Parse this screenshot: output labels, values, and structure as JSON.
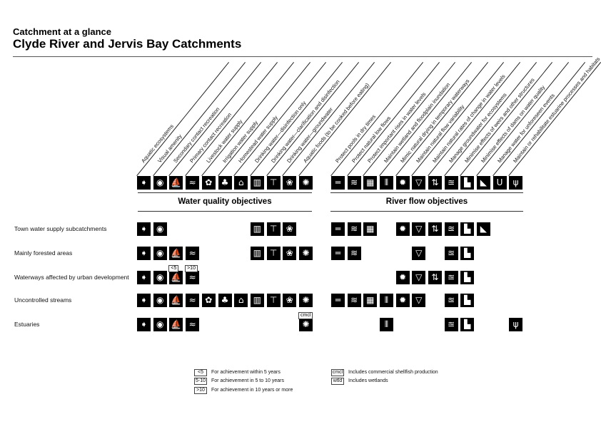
{
  "header": {
    "subtitle": "Catchment at a glance",
    "title": "Clyde River and Jervis Bay Catchments"
  },
  "water_quality": {
    "heading": "Water quality objectives",
    "columns": [
      {
        "label": "Aquatic ecosystems",
        "icon": "fish-icon"
      },
      {
        "label": "Visual amenity",
        "icon": "eye-icon"
      },
      {
        "label": "Secondary contact recreation",
        "icon": "sailboat-icon"
      },
      {
        "label": "Primary contact recreation",
        "icon": "swimmer-icon"
      },
      {
        "label": "Livestock water supply",
        "icon": "livestock-icon"
      },
      {
        "label": "Irrigation water supply",
        "icon": "cherries-icon"
      },
      {
        "label": "Homestead water supply",
        "icon": "house-icon"
      },
      {
        "label": "Drinking water—disinfection only",
        "icon": "bucket-icon"
      },
      {
        "label": "Drinking water—clarification and disinfection",
        "icon": "tap-icon"
      },
      {
        "label": "Drinking water—groundwater",
        "icon": "pump-icon"
      },
      {
        "label": "Aquatic foods (to be cooked before eating)",
        "icon": "shell-icon"
      }
    ]
  },
  "river_flow": {
    "heading": "River flow objectives",
    "columns": [
      {
        "label": "Protect pools in dry times",
        "icon": "pool-icon"
      },
      {
        "label": "Protect natural low flows",
        "icon": "low-flow-icon"
      },
      {
        "label": "Protect important rises in water levels",
        "icon": "rising-water-icon"
      },
      {
        "label": "Maintain wetland and floodplain inundation",
        "icon": "wetland-icon"
      },
      {
        "label": "Mimic natural drying in temporary waterways",
        "icon": "sun-icon"
      },
      {
        "label": "Maintain natural flow variability",
        "icon": "channel-icon"
      },
      {
        "label": "Maintain natural rates of change in water levels",
        "icon": "up-down-arrows-icon"
      },
      {
        "label": "Manage groundwater for ecosystems",
        "icon": "groundwater-icon"
      },
      {
        "label": "Minimise effects of weirs and other structures",
        "icon": "weir-icon"
      },
      {
        "label": "Minimise effects of dams on water quality",
        "icon": "dam-icon"
      },
      {
        "label": "Manage water for unforeseen events",
        "icon": "u-icon"
      },
      {
        "label": "Maintain or rehabilitate estuarine processes and habitats",
        "icon": "estuary-icon"
      }
    ]
  },
  "rows": [
    {
      "label": "Town water supply subcatchments",
      "wq": [
        0,
        1,
        7,
        8,
        9
      ],
      "rf": [
        0,
        1,
        2,
        4,
        5,
        6,
        7,
        8,
        9
      ],
      "tags": []
    },
    {
      "label": "Mainly forested areas",
      "wq": [
        0,
        1,
        2,
        3,
        7,
        8,
        9,
        10
      ],
      "rf": [
        0,
        1,
        5,
        7,
        8
      ],
      "tags": []
    },
    {
      "label": "Waterways affected by urban development",
      "wq": [
        0,
        1,
        2,
        3
      ],
      "rf": [
        4,
        5,
        6,
        7,
        8
      ],
      "tags": [
        {
          "col": 2,
          "text": "<5"
        },
        {
          "col": 3,
          "text": ">10"
        }
      ]
    },
    {
      "label": "Uncontrolled streams",
      "wq": [
        0,
        1,
        2,
        3,
        4,
        5,
        6,
        7,
        8,
        9,
        10
      ],
      "rf": [
        0,
        1,
        2,
        3,
        4,
        5,
        7,
        8
      ],
      "tags": []
    },
    {
      "label": "Estuaries",
      "wq": [
        0,
        1,
        2,
        3,
        10
      ],
      "rf": [
        3,
        7,
        8,
        11
      ],
      "tags": [
        {
          "col": 10,
          "text": "cmcl"
        }
      ]
    }
  ],
  "legend": [
    {
      "code": "<5",
      "text": "For achievement within 5 years"
    },
    {
      "code": "5-10",
      "text": "For achievement in 5 to 10 years"
    },
    {
      "code": ">10",
      "text": "For achievement in 10 years or more"
    },
    {
      "code": "cmcl",
      "text": "Includes commercial shellfish production"
    },
    {
      "code": "wtld",
      "text": "Includes wetlands"
    }
  ]
}
